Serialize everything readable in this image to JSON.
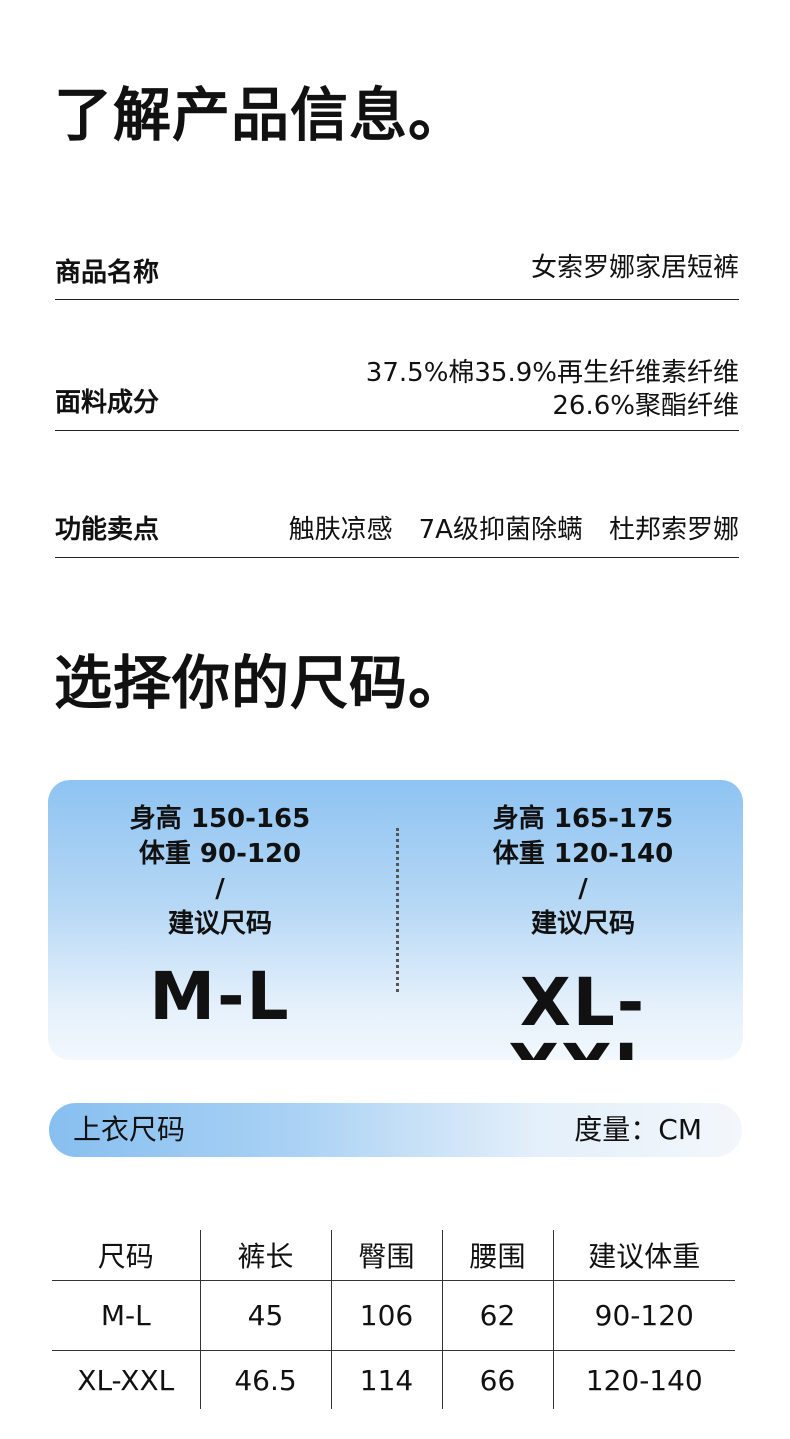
{
  "section1": {
    "title": "了解产品信息。"
  },
  "info": {
    "name_label": "商品名称",
    "name_value": "女索罗娜家居短裤",
    "fabric_label": "面料成分",
    "fabric_line1": "37.5%棉35.9%再生纤维素纤维",
    "fabric_line2": "26.6%聚酯纤维",
    "feature_label": "功能卖点",
    "features": [
      "触肤凉感",
      "7A级抑菌除螨",
      "杜邦索罗娜"
    ]
  },
  "section2": {
    "title": "选择你的尺码。"
  },
  "size_card": {
    "left": {
      "height": "身高 150-165",
      "weight": "体重 90-120",
      "slash": "/",
      "suggest": "建议尺码",
      "size": "M-L"
    },
    "right": {
      "height": "身高 165-175",
      "weight": "体重 120-140",
      "slash": "/",
      "suggest": "建议尺码",
      "size": "XL-XXL"
    }
  },
  "size_bar": {
    "left": "上衣尺码",
    "right": "度量：CM"
  },
  "table": {
    "headers": [
      "尺码",
      "裤长",
      "臀围",
      "腰围",
      "建议体重"
    ],
    "rows": [
      [
        "M-L",
        "45",
        "106",
        "62",
        "90-120"
      ],
      [
        "XL-XXL",
        "46.5",
        "114",
        "66",
        "120-140"
      ]
    ]
  },
  "colors": {
    "card_top": "#8ec3f2",
    "card_bottom": "#f2f8fd",
    "line": "#222222"
  }
}
